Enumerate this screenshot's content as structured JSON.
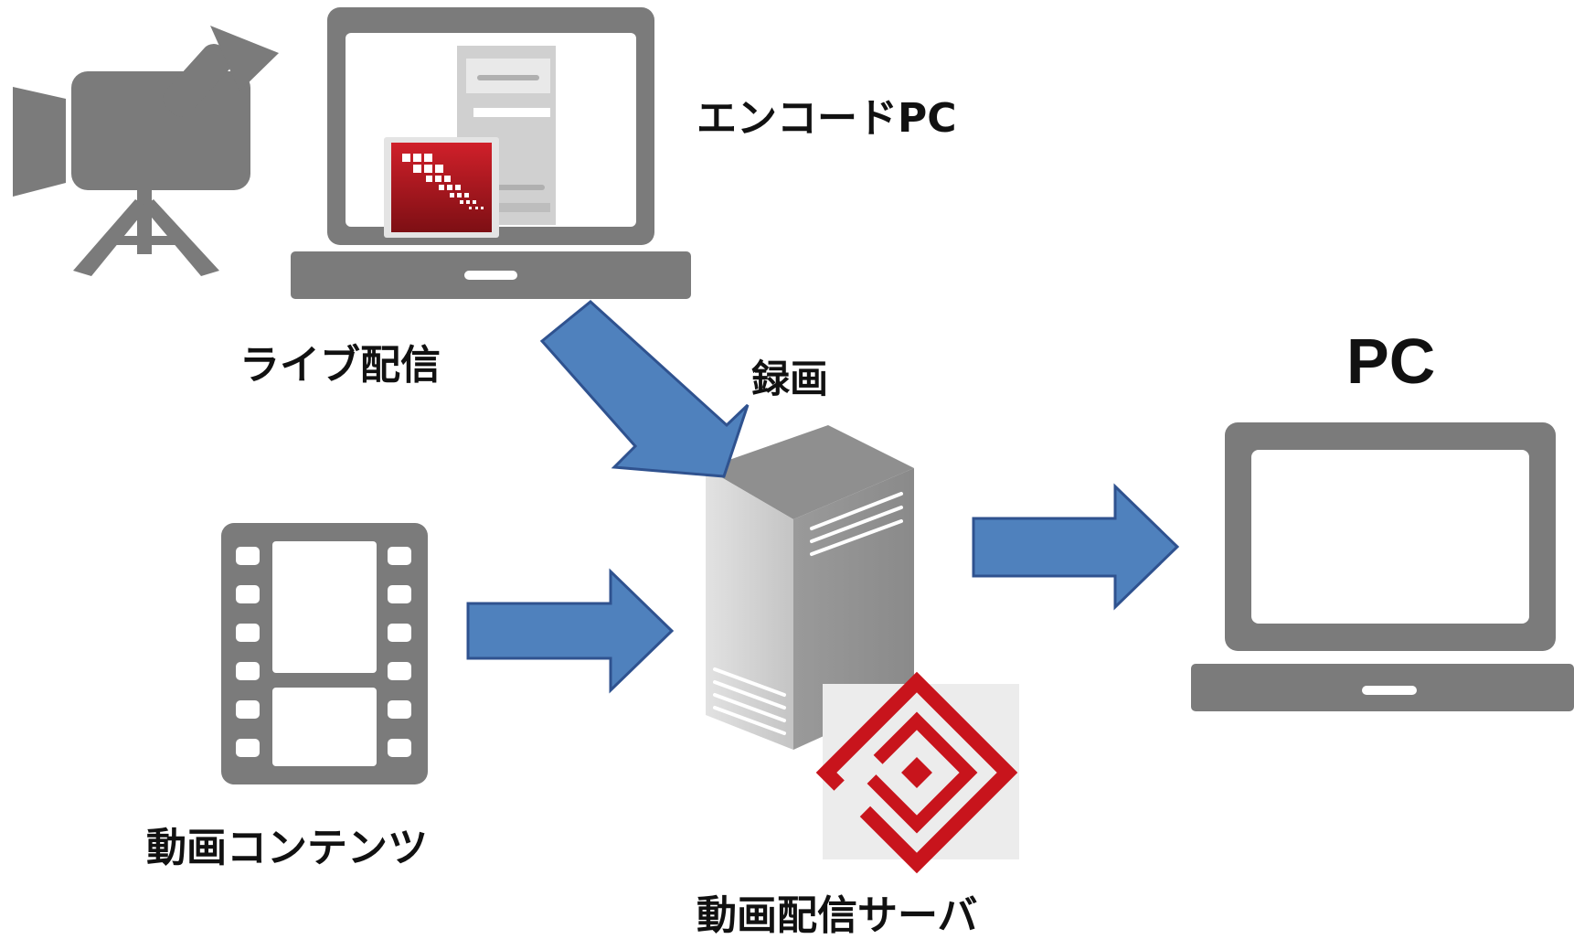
{
  "labels": {
    "encode_pc": "エンコードPC",
    "live": "ライブ配信",
    "record": "録画",
    "pc": "PC",
    "video_contents": "動画コンテンツ",
    "server": "動画配信サーバ"
  },
  "colors": {
    "icon_gray": "#7b7b7b",
    "arrow_fill": "#4f81bd",
    "arrow_stroke": "#2f528f",
    "brand_red": "#b3171f"
  },
  "icons": [
    "video-camera-icon",
    "encoder-laptop-icon",
    "media-encoder-app-icon",
    "film-strip-icon",
    "server-tower-icon",
    "media-server-app-icon",
    "client-laptop-icon"
  ]
}
